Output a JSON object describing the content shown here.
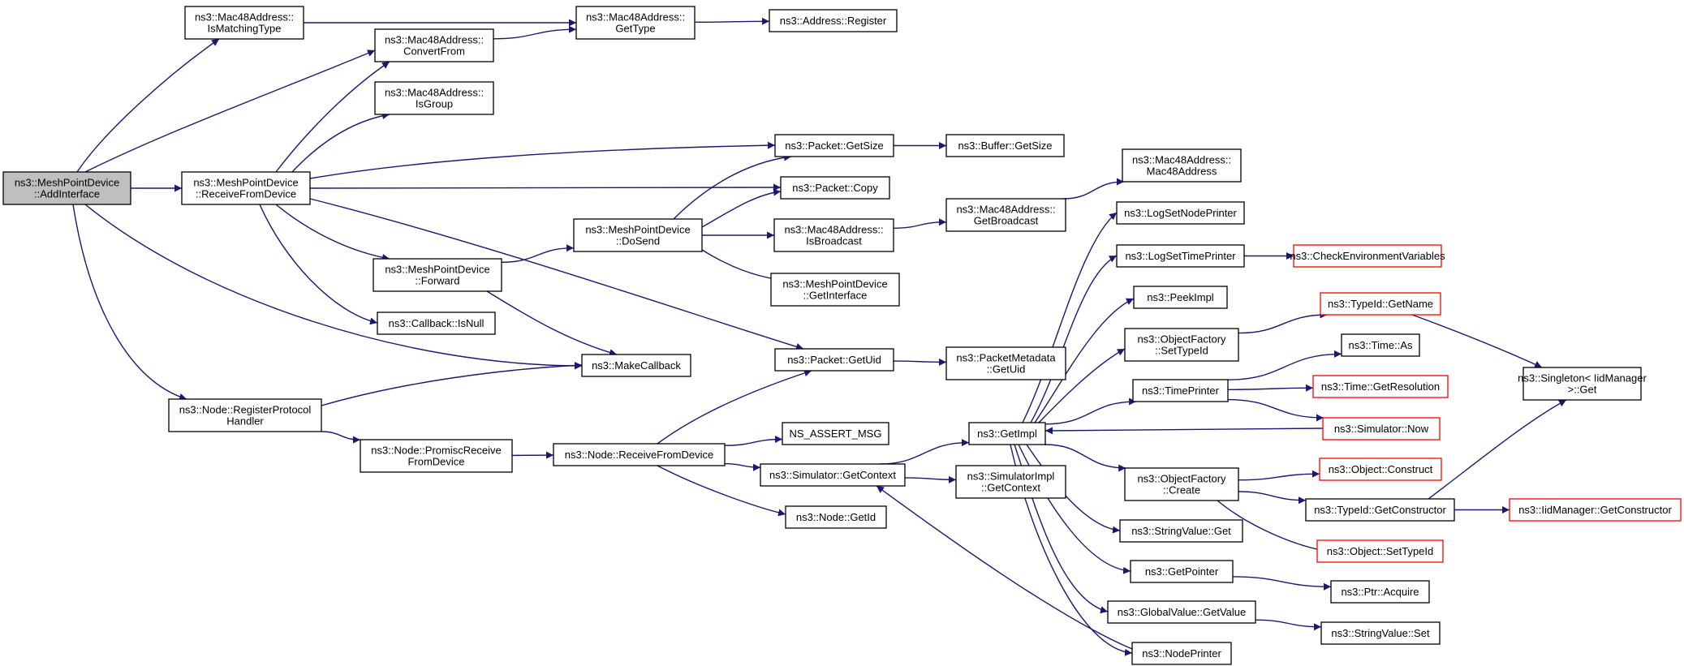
{
  "nodes": [
    {
      "id": "root",
      "lines": [
        "ns3::MeshPointDevice",
        "::AddInterface"
      ],
      "root": true
    },
    {
      "id": "mac_ismatch",
      "lines": [
        "ns3::Mac48Address::",
        "IsMatchingType"
      ]
    },
    {
      "id": "mac_convert",
      "lines": [
        "ns3::Mac48Address::",
        "ConvertFrom"
      ]
    },
    {
      "id": "mac_gettype",
      "lines": [
        "ns3::Mac48Address::",
        "GetType"
      ]
    },
    {
      "id": "addr_register",
      "lines": [
        "ns3::Address::Register"
      ]
    },
    {
      "id": "mac_isgroup",
      "lines": [
        "ns3::Mac48Address::",
        "IsGroup"
      ]
    },
    {
      "id": "mpd_recv",
      "lines": [
        "ns3::MeshPointDevice",
        "::ReceiveFromDevice"
      ]
    },
    {
      "id": "pkt_getsize",
      "lines": [
        "ns3::Packet::GetSize"
      ]
    },
    {
      "id": "buf_getsize",
      "lines": [
        "ns3::Buffer::GetSize"
      ]
    },
    {
      "id": "mac_ctor",
      "lines": [
        "ns3::Mac48Address::",
        "Mac48Address"
      ]
    },
    {
      "id": "pkt_copy",
      "lines": [
        "ns3::Packet::Copy"
      ]
    },
    {
      "id": "mac_getbcast",
      "lines": [
        "ns3::Mac48Address::",
        "GetBroadcast"
      ]
    },
    {
      "id": "mpd_dosend",
      "lines": [
        "ns3::MeshPointDevice",
        "::DoSend"
      ]
    },
    {
      "id": "mac_isbcast",
      "lines": [
        "ns3::Mac48Address::",
        "IsBroadcast"
      ]
    },
    {
      "id": "log_nodeprinter",
      "lines": [
        "ns3::LogSetNodePrinter"
      ]
    },
    {
      "id": "mpd_forward",
      "lines": [
        "ns3::MeshPointDevice",
        "::Forward"
      ]
    },
    {
      "id": "log_timeprinter",
      "lines": [
        "ns3::LogSetTimePrinter"
      ]
    },
    {
      "id": "check_env",
      "lines": [
        "ns3::CheckEnvironmentVariables"
      ],
      "red": true
    },
    {
      "id": "mpd_getif",
      "lines": [
        "ns3::MeshPointDevice",
        "::GetInterface"
      ]
    },
    {
      "id": "peekimpl",
      "lines": [
        "ns3::PeekImpl"
      ]
    },
    {
      "id": "typeid_getname",
      "lines": [
        "ns3::TypeId::GetName"
      ],
      "red": true
    },
    {
      "id": "cb_isnull",
      "lines": [
        "ns3::Callback::IsNull"
      ]
    },
    {
      "id": "objfac_settypeid",
      "lines": [
        "ns3::ObjectFactory",
        "::SetTypeId"
      ]
    },
    {
      "id": "time_as",
      "lines": [
        "ns3::Time::As"
      ]
    },
    {
      "id": "makecallback",
      "lines": [
        "ns3::MakeCallback"
      ]
    },
    {
      "id": "pkt_getuid",
      "lines": [
        "ns3::Packet::GetUid"
      ]
    },
    {
      "id": "pktmeta_getuid",
      "lines": [
        "ns3::PacketMetadata",
        "::GetUid"
      ]
    },
    {
      "id": "singleton_get",
      "lines": [
        "ns3::Singleton< IidManager",
        ">::Get"
      ]
    },
    {
      "id": "timeprinter",
      "lines": [
        "ns3::TimePrinter"
      ]
    },
    {
      "id": "time_getres",
      "lines": [
        "ns3::Time::GetResolution"
      ],
      "red": true
    },
    {
      "id": "node_regproto",
      "lines": [
        "ns3::Node::RegisterProtocol",
        "Handler"
      ]
    },
    {
      "id": "getimpl",
      "lines": [
        "ns3::GetImpl"
      ]
    },
    {
      "id": "sim_now",
      "lines": [
        "ns3::Simulator::Now"
      ],
      "red": true
    },
    {
      "id": "nsassert",
      "lines": [
        "NS_ASSERT_MSG"
      ]
    },
    {
      "id": "node_promisc",
      "lines": [
        "ns3::Node::PromiscReceive",
        "FromDevice"
      ]
    },
    {
      "id": "node_recv",
      "lines": [
        "ns3::Node::ReceiveFromDevice"
      ]
    },
    {
      "id": "obj_construct",
      "lines": [
        "ns3::Object::Construct"
      ],
      "red": true
    },
    {
      "id": "sim_getctx",
      "lines": [
        "ns3::Simulator::GetContext"
      ]
    },
    {
      "id": "simimpl_getctx",
      "lines": [
        "ns3::SimulatorImpl",
        "::GetContext"
      ]
    },
    {
      "id": "objfac_create",
      "lines": [
        "ns3::ObjectFactory",
        "::Create"
      ]
    },
    {
      "id": "typeid_getctor",
      "lines": [
        "ns3::TypeId::GetConstructor"
      ]
    },
    {
      "id": "iid_getctor",
      "lines": [
        "ns3::IidManager::GetConstructor"
      ],
      "red": true
    },
    {
      "id": "node_getid",
      "lines": [
        "ns3::Node::GetId"
      ]
    },
    {
      "id": "strval_get",
      "lines": [
        "ns3::StringValue::Get"
      ]
    },
    {
      "id": "obj_settypeid",
      "lines": [
        "ns3::Object::SetTypeId"
      ],
      "red": true
    },
    {
      "id": "getpointer",
      "lines": [
        "ns3::GetPointer"
      ]
    },
    {
      "id": "ptr_acquire",
      "lines": [
        "ns3::Ptr::Acquire"
      ]
    },
    {
      "id": "gv_getvalue",
      "lines": [
        "ns3::GlobalValue::GetValue"
      ]
    },
    {
      "id": "strval_set",
      "lines": [
        "ns3::StringValue::Set"
      ]
    },
    {
      "id": "nodeprinter",
      "lines": [
        "ns3::NodePrinter"
      ]
    }
  ],
  "edges": [
    [
      "root",
      "mac_ismatch"
    ],
    [
      "root",
      "mac_convert"
    ],
    [
      "root",
      "mpd_recv"
    ],
    [
      "root",
      "makecallback"
    ],
    [
      "root",
      "node_regproto"
    ],
    [
      "mac_ismatch",
      "mac_gettype"
    ],
    [
      "mac_convert",
      "mac_gettype"
    ],
    [
      "mac_gettype",
      "addr_register"
    ],
    [
      "mpd_recv",
      "mac_convert"
    ],
    [
      "mpd_recv",
      "mac_isgroup"
    ],
    [
      "mpd_recv",
      "pkt_getsize"
    ],
    [
      "mpd_recv",
      "pkt_copy"
    ],
    [
      "mpd_recv",
      "mpd_forward"
    ],
    [
      "mpd_recv",
      "cb_isnull"
    ],
    [
      "mpd_recv",
      "pkt_getuid"
    ],
    [
      "pkt_getsize",
      "buf_getsize"
    ],
    [
      "mpd_dosend",
      "pkt_getsize"
    ],
    [
      "mpd_dosend",
      "pkt_copy"
    ],
    [
      "mpd_dosend",
      "mac_isbcast"
    ],
    [
      "mpd_dosend",
      "mpd_getif"
    ],
    [
      "mac_isbcast",
      "mac_getbcast"
    ],
    [
      "mac_getbcast",
      "mac_ctor"
    ],
    [
      "mpd_forward",
      "mpd_dosend"
    ],
    [
      "mpd_forward",
      "makecallback"
    ],
    [
      "node_regproto",
      "makecallback"
    ],
    [
      "node_regproto",
      "node_promisc"
    ],
    [
      "node_promisc",
      "node_recv"
    ],
    [
      "node_recv",
      "pkt_getuid"
    ],
    [
      "node_recv",
      "nsassert"
    ],
    [
      "node_recv",
      "sim_getctx"
    ],
    [
      "node_recv",
      "node_getid"
    ],
    [
      "pkt_getuid",
      "pktmeta_getuid"
    ],
    [
      "sim_getctx",
      "getimpl"
    ],
    [
      "sim_getctx",
      "simimpl_getctx"
    ],
    [
      "getimpl",
      "log_nodeprinter"
    ],
    [
      "getimpl",
      "log_timeprinter"
    ],
    [
      "getimpl",
      "peekimpl"
    ],
    [
      "getimpl",
      "objfac_settypeid"
    ],
    [
      "getimpl",
      "timeprinter"
    ],
    [
      "getimpl",
      "objfac_create"
    ],
    [
      "getimpl",
      "strval_get"
    ],
    [
      "getimpl",
      "getpointer"
    ],
    [
      "getimpl",
      "gv_getvalue"
    ],
    [
      "getimpl",
      "nodeprinter"
    ],
    [
      "log_timeprinter",
      "check_env"
    ],
    [
      "objfac_settypeid",
      "typeid_getname"
    ],
    [
      "typeid_getname",
      "singleton_get"
    ],
    [
      "timeprinter",
      "time_as"
    ],
    [
      "timeprinter",
      "time_getres"
    ],
    [
      "timeprinter",
      "sim_now"
    ],
    [
      "sim_now",
      "getimpl"
    ],
    [
      "objfac_create",
      "obj_construct"
    ],
    [
      "objfac_create",
      "typeid_getctor"
    ],
    [
      "objfac_create",
      "obj_settypeid"
    ],
    [
      "typeid_getctor",
      "singleton_get"
    ],
    [
      "typeid_getctor",
      "iid_getctor"
    ],
    [
      "getpointer",
      "ptr_acquire"
    ],
    [
      "gv_getvalue",
      "strval_set"
    ],
    [
      "nodeprinter",
      "sim_getctx"
    ]
  ]
}
